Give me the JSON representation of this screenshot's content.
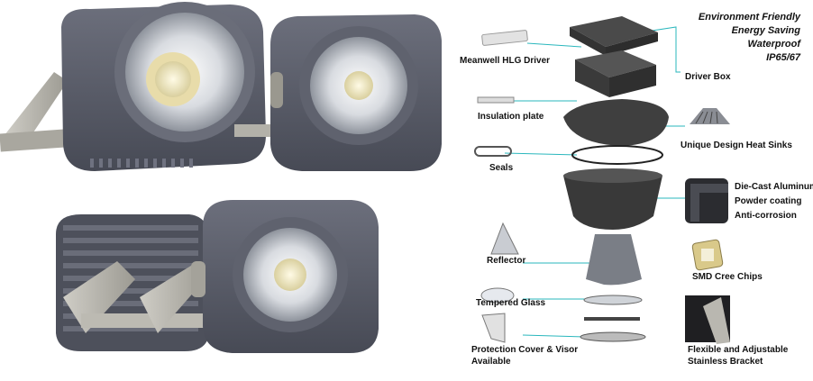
{
  "features": [
    "Environment Friendly",
    "Energy Saving",
    "Waterproof",
    "IP65/67"
  ],
  "labels": {
    "meanwell_driver": "Meanwell HLG Driver",
    "driver_box": "Driver Box",
    "insulation_plate": "Insulation plate",
    "heat_sinks": "Unique Design Heat Sinks",
    "seals": "Seals",
    "die_cast": "Die-Cast Aluminum",
    "powder_coating": "Powder coating",
    "anti_corrosion": "Anti-corrosion",
    "reflector": "Reflector",
    "smd_chips": "SMD Cree Chips",
    "tempered_glass": "Tempered Glass",
    "protection_line1": "Protection Cover & Visor",
    "protection_line2": "Available",
    "bracket_line1": "Flexible and Adjustable",
    "bracket_line2": "Stainless Bracket"
  },
  "colors": {
    "callout_line": "#2ab7bd",
    "housing": "#5b5e6b",
    "housing_dark": "#3c3e48",
    "bracket": "#b8b6ae",
    "led": "#e8e2c8"
  },
  "icons": [
    "floodlight-product-photo",
    "driver-icon",
    "heat-sink-icon",
    "aluminum-corner-icon",
    "led-chip-icon",
    "bracket-icon"
  ]
}
